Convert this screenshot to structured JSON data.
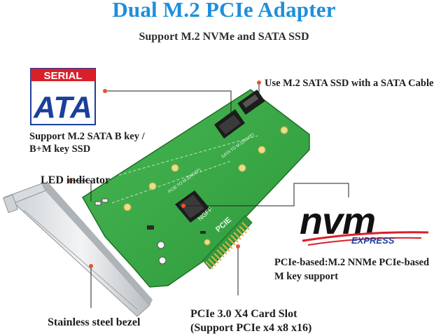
{
  "header": {
    "title": "Dual M.2 PCIe Adapter",
    "subtitle": "Support M.2 NVMe and SATA SSD"
  },
  "logos": {
    "sata": {
      "top": "SERIAL",
      "main": "ATA"
    },
    "nvm": {
      "main": "nvm",
      "sub": "EXPRESS"
    }
  },
  "callouts": {
    "sata_cable": "Use M.2 SATA SSD with a SATA Cable",
    "sata_key_line1": "Support M.2 SATA B key /",
    "sata_key_line2": "B+M key SSD",
    "led": "LED indicator",
    "nvme_line1": "PCIe-based:M.2 NNMe PCIe-based",
    "nvme_line2": "M key support",
    "slot_line1": "PCIe 3.0 X4 Card Slot",
    "slot_line2": "(Support PCIe x4 x8 x16)",
    "bezel": "Stainless steel bezel"
  },
  "board": {
    "silk_pcie": "PCIE",
    "silk_ngff": "NGFF",
    "silk_sata": "SATA TO M.2(NGFF)",
    "silk_pcie_m2": "PCIE TO M.2(NGFF)"
  },
  "colors": {
    "title": "#1e8fdc",
    "pcb": "#3aa845",
    "pcb_dark": "#2c8a36",
    "gold": "#d9b44a",
    "callout_dot": "#e8532a",
    "nvm_red": "#d8202a",
    "sata_blue": "#1a3f9c"
  }
}
